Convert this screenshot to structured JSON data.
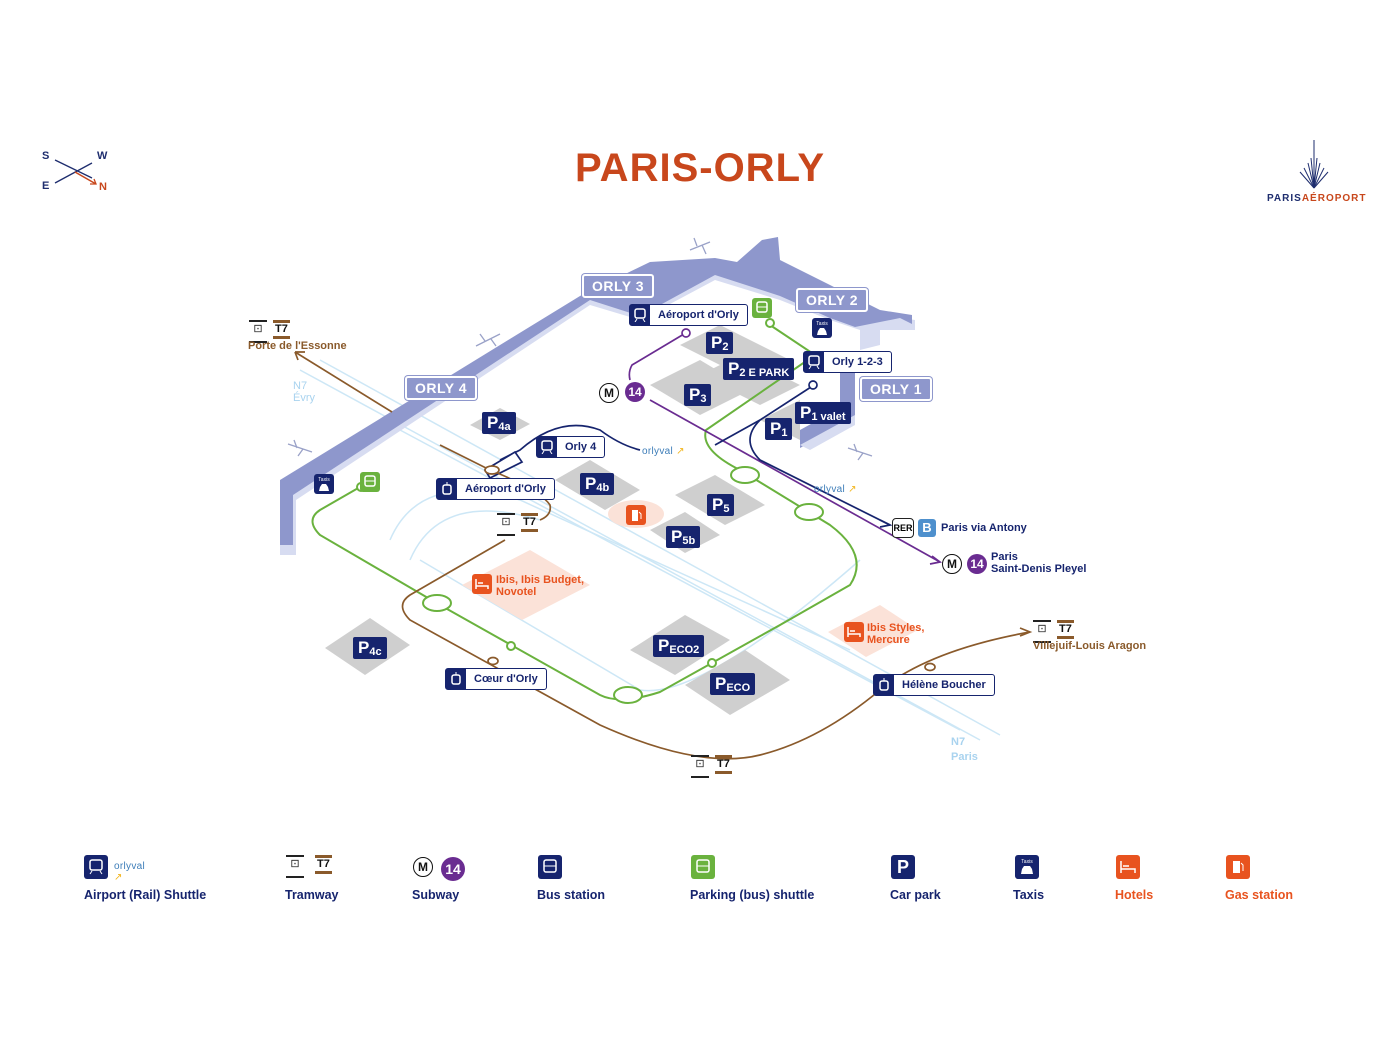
{
  "title": "PARIS-ORLY",
  "compass": {
    "s": "S",
    "w": "W",
    "e": "E",
    "n": "N"
  },
  "logo": {
    "part1": "PARIS",
    "part2": "AÉROPORT"
  },
  "colors": {
    "title": "#c8471c",
    "navy": "#16246e",
    "terminal": "#8e97cc",
    "green": "#6ab23e",
    "orange": "#e8531f",
    "tram": "#8a5a2b",
    "metro14": "#6a2c91",
    "rerB": "#4e90cd"
  },
  "terminals": {
    "orly1": "ORLY 1",
    "orly2": "ORLY 2",
    "orly3": "ORLY 3",
    "orly4": "ORLY 4"
  },
  "parkings": {
    "p1": {
      "main": "P",
      "sub": "1"
    },
    "p1valet": {
      "main": "P",
      "sub": "1 valet"
    },
    "p2": {
      "main": "P",
      "sub": "2"
    },
    "p2epark": {
      "main": "P",
      "sub": "2 E PARK"
    },
    "p3": {
      "main": "P",
      "sub": "3"
    },
    "p4a": {
      "main": "P",
      "sub": "4a"
    },
    "p4b": {
      "main": "P",
      "sub": "4b"
    },
    "p4c": {
      "main": "P",
      "sub": "4c"
    },
    "p5": {
      "main": "P",
      "sub": "5"
    },
    "p5b": {
      "main": "P",
      "sub": "5b"
    },
    "peco2": {
      "main": "P",
      "sub": "ECO2"
    },
    "peco": {
      "main": "P",
      "sub": "ECO"
    }
  },
  "stations": {
    "aeroport_orly_top": "Aéroport d'Orly",
    "orly123": "Orly 1-2-3",
    "orly4": "Orly 4",
    "aeroport_orly_tram": "Aéroport d'Orly",
    "coeur_orly": "Cœur d'Orly",
    "helene_boucher": "Hélène Boucher"
  },
  "lines": {
    "metro": "M",
    "metro_number": "14",
    "tram": "T7",
    "rer": "RER",
    "rer_line": "B",
    "orlyval": "orlyval"
  },
  "destinations": {
    "porte_essonne": "Porte de l'Essonne",
    "villejuif": "Villejuif-Louis Aragon",
    "rer_paris": "Paris via Antony",
    "metro_paris_1": "Paris",
    "metro_paris_2": "Saint-Denis Pleyel",
    "n7_evry_1": "N7",
    "n7_evry_2": "Évry",
    "n7_paris_1": "N7",
    "n7_paris_2": "Paris"
  },
  "hotels": {
    "h1_line1": "Ibis, Ibis Budget,",
    "h1_line2": "Novotel",
    "h2_line1": "Ibis Styles,",
    "h2_line2": "Mercure"
  },
  "taxi_label": "Taxis",
  "legend": [
    {
      "icon": "airport-shuttle-icon",
      "label": "Airport (Rail) Shuttle"
    },
    {
      "icon": "tram-icon",
      "label": "Tramway"
    },
    {
      "icon": "subway-icon",
      "label": "Subway"
    },
    {
      "icon": "bus-icon",
      "label": "Bus station"
    },
    {
      "icon": "parking-shuttle-icon",
      "label": "Parking (bus) shuttle"
    },
    {
      "icon": "car-park-icon",
      "label": "Car park",
      "glyph": "P"
    },
    {
      "icon": "taxi-icon",
      "label": "Taxis"
    },
    {
      "icon": "hotel-icon",
      "label": "Hotels"
    },
    {
      "icon": "gas-station-icon",
      "label": "Gas station"
    }
  ]
}
